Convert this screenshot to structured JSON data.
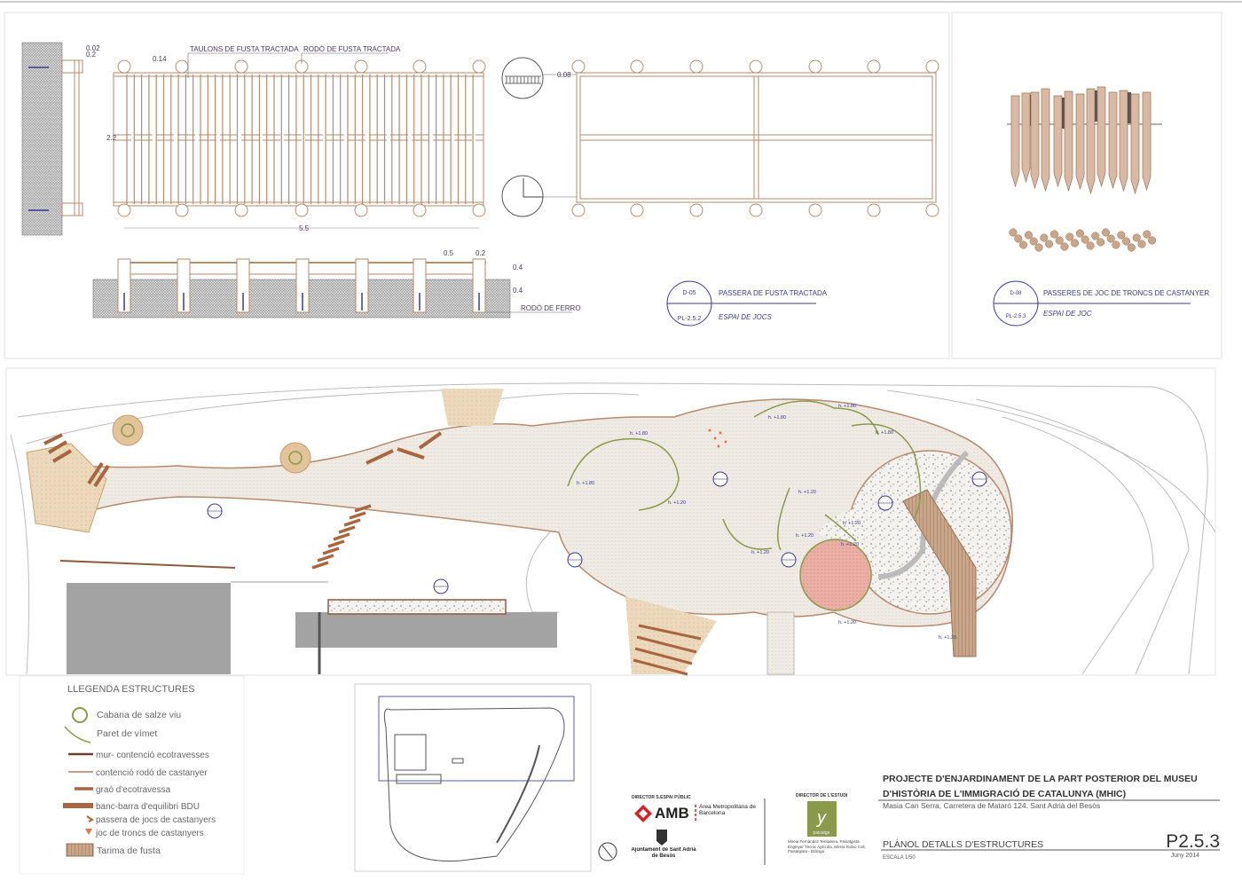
{
  "detail_top": {
    "labels": {
      "taulons": "TAULONS DE FUSTA TRACTADA",
      "rodo_fusta": "RODÒ DE FUSTA TRACTADA",
      "rodo_ferro": "RODÒ DE FERRO"
    },
    "dimensions": {
      "d1": "0.02",
      "d2": "0.2",
      "d3": "0.14",
      "d4": "2.2",
      "d5": "5.5",
      "d6": "0.5",
      "d7": "0.2",
      "d8": "0.4",
      "d9": "0.4",
      "d10": "0.08"
    },
    "tag_d05": {
      "code": "D-05",
      "sheet": "PL-2.5.2",
      "title": "PASSERA DE FUSTA TRACTADA",
      "subtitle": "ESPAI DE JOCS"
    },
    "tag_d08": {
      "code": "D-08",
      "sheet": "PL-2.5.3",
      "title": "PASSERES DE JOC DE TRONCS DE CASTANYER",
      "subtitle": "ESPAI DE JOC"
    }
  },
  "plan": {
    "heights": [
      "h. +1.80",
      "h. +1.80",
      "h. +1.80",
      "h. +1.80",
      "h. +1.80",
      "h. +1.20",
      "h. +1.20",
      "h. +1.20",
      "h. +1.20",
      "h. +1.20",
      "h. +1.20",
      "h. +1.20",
      "h. +1.20"
    ]
  },
  "legend": {
    "title": "LLEGENDA ESTRUCTURES",
    "items": [
      "Cabana de salze viu",
      "Paret de vímet",
      "mur- contenció ecotravesses",
      "contenció rodó de castanyer",
      "graó d'ecotravessa",
      "banc-barra d'equilibri BDU",
      "passera de jocs de castanyers",
      "joc de troncs de castanyers",
      "Tarima de fusta"
    ]
  },
  "title_block": {
    "director_public": "DIRECTOR S.ESPAI PÚBLIC",
    "director_estudi": "DIRECTOR DE L'ESTUDI",
    "amb": "AMB",
    "amb_full": "Àrea Metropolitana de Barcelona",
    "ajuntament": "Ajuntament de Sant Adrià de Besòs",
    "studio_logo": "paisatge",
    "studio_credits": "Mireia Fernàndez Tenladera, Paisatgista-Enginyer Tècnic Agrícola. Mireia Rubio Coll, Paisatgista - Biòloga",
    "project_line1": "PROJECTE D'ENJARDINAMENT DE LA PART POSTERIOR DEL MUSEU",
    "project_line2": "D'HISTÒRIA DE L'IMMIGRACIÓ DE CATALUNYA (MHIC)",
    "address": "Masia Can Serra, Carretera de Mataró 124. Sant Adrià del Besòs",
    "sheet_title": "PLÀNOL DETALLS D'ESTRUCTURES",
    "scale": "ESCALA 1/50",
    "sheet_number": "P2.5.3",
    "date": "Juny 2014"
  },
  "colors": {
    "wood": "#b58a6e",
    "green": "#8a9a4a",
    "blue": "#3a3a8c",
    "pink": "#e8a8a0",
    "gray": "#a3a3a3"
  }
}
